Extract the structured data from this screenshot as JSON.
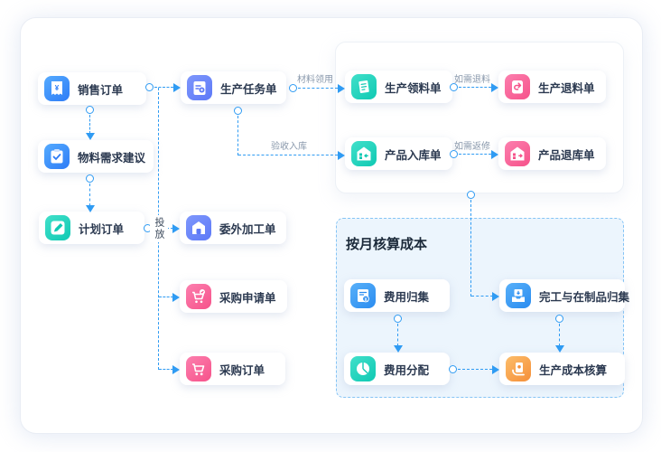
{
  "nodes": [
    {
      "id": "sales-order",
      "label": "销售订单",
      "icon": "receipt-icon",
      "color": "blue"
    },
    {
      "id": "material-requirement",
      "label": "物料需求建议",
      "icon": "clipboard-check-icon",
      "color": "blue"
    },
    {
      "id": "plan-order",
      "label": "计划订单",
      "icon": "pencil-icon",
      "color": "teal"
    },
    {
      "id": "production-task",
      "label": "生产任务单",
      "icon": "clipboard-gear-icon",
      "color": "indigo"
    },
    {
      "id": "outsourcing",
      "label": "委外加工单",
      "icon": "factory-icon",
      "color": "indigo"
    },
    {
      "id": "purchase-request",
      "label": "采购申请单",
      "icon": "cart-check-icon",
      "color": "pink"
    },
    {
      "id": "purchase-order",
      "label": "采购订单",
      "icon": "cart-icon",
      "color": "pink"
    },
    {
      "id": "production-picking",
      "label": "生产领料单",
      "icon": "document-icon",
      "color": "teal"
    },
    {
      "id": "production-return",
      "label": "生产退料单",
      "icon": "return-icon",
      "color": "pink"
    },
    {
      "id": "product-inbound",
      "label": "产品入库单",
      "icon": "warehouse-in-icon",
      "color": "teal"
    },
    {
      "id": "product-outbound",
      "label": "产品退库单",
      "icon": "warehouse-out-icon",
      "color": "pink"
    },
    {
      "id": "expense-collection",
      "label": "费用归集",
      "icon": "expense-doc-icon",
      "color": "blue2"
    },
    {
      "id": "wip-collection",
      "label": "完工与在制品归集",
      "icon": "inbox-icon",
      "color": "blue2"
    },
    {
      "id": "expense-allocation",
      "label": "费用分配",
      "icon": "pie-chart-icon",
      "color": "teal"
    },
    {
      "id": "production-cost",
      "label": "生产成本核算",
      "icon": "cost-doc-icon",
      "color": "orange"
    }
  ],
  "edge_labels": {
    "material_issue": "材料领用",
    "return_material": "如需退料",
    "inspection_inbound": "验收入库",
    "repair_return": "如需返修",
    "release": "投放"
  },
  "cost_group": {
    "title": "按月核算成本"
  },
  "colors": {
    "line": "#2f9bf3",
    "blue": "#2e7cf6",
    "indigo": "#5d79f7",
    "teal": "#0fc9b3",
    "pink": "#f6528a",
    "blue2": "#2a8cf0",
    "orange": "#f58f39"
  }
}
